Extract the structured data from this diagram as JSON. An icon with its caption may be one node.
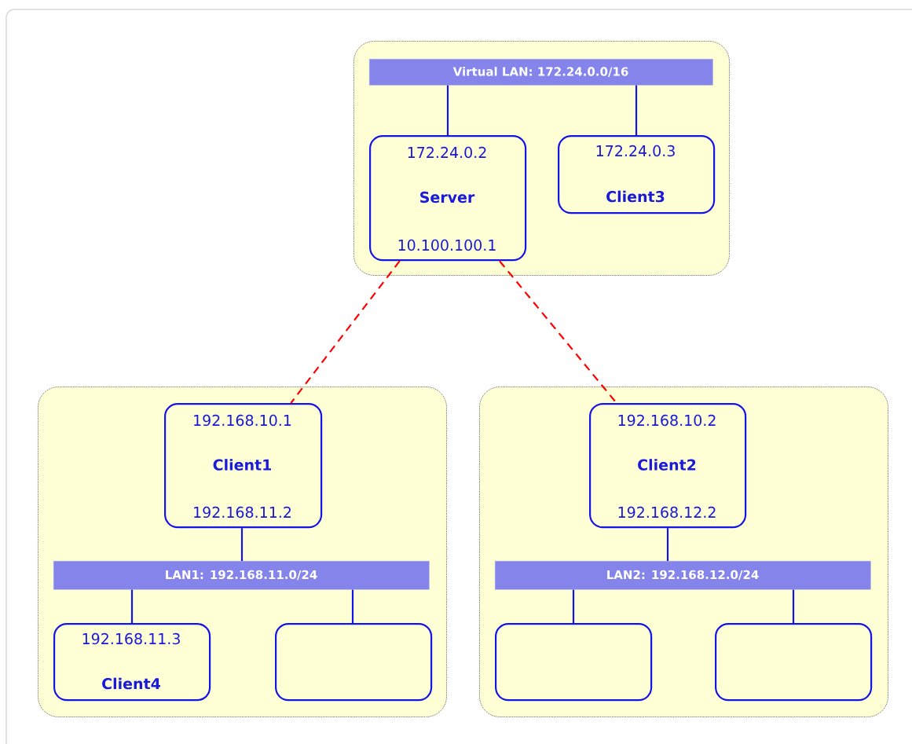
{
  "diagram": {
    "nodes": [
      {
        "text": [],
        "shape": "box"
      },
      {
        "text": [
          "Virtual LAN: 172.24.0.0/16"
        ],
        "in": 0
      },
      {
        "text": [
          "172.24.0.2",
          "Server",
          "10.100.100.1"
        ],
        "in": 0
      },
      {
        "text": [
          "172.24.0.3",
          "Client3"
        ],
        "in": 0
      },
      {
        "text": [],
        "shape": "box"
      },
      {
        "text": [
          "192.168.10.1",
          "Client1",
          "192.168.11.2"
        ],
        "in": 4
      },
      {
        "text": [
          "LAN1: 192.168.11.0/24"
        ],
        "in": 4
      },
      {
        "text": [
          "192.168.11.3",
          "Client4"
        ],
        "in": 4
      },
      {
        "text": [],
        "shape": "box",
        "in": 4
      },
      {
        "text": [],
        "shape": "box"
      },
      {
        "text": [
          "192.168.10.2",
          "Client2",
          "192.168.12.2"
        ],
        "in": 9
      },
      {
        "text": [
          "LAN2: 192.168.12.0/24"
        ],
        "in": 9
      },
      {
        "text": [],
        "shape": "box",
        "in": 9
      },
      {
        "text": [],
        "shape": "box",
        "in": 9
      }
    ],
    "edges": [
      {
        "from": 1,
        "to": 2,
        "arrow": "none"
      },
      {
        "from": 1,
        "to": 3,
        "arrow": "none"
      },
      {
        "from": 2,
        "to": 5,
        "arrow": "none",
        "style": "dashed",
        "color": "#ff0000"
      },
      {
        "from": 2,
        "to": 10,
        "arrow": "none",
        "style": "dashed",
        "color": "#ff0000"
      },
      {
        "from": 5,
        "to": 6,
        "arrow": "none"
      },
      {
        "from": 6,
        "to": 7,
        "arrow": "none"
      },
      {
        "from": 6,
        "to": 8,
        "arrow": "none"
      },
      {
        "from": 10,
        "to": 11,
        "arrow": "none"
      },
      {
        "from": 11,
        "to": 12,
        "arrow": "none"
      },
      {
        "from": 11,
        "to": 13,
        "arrow": "none"
      }
    ]
  }
}
